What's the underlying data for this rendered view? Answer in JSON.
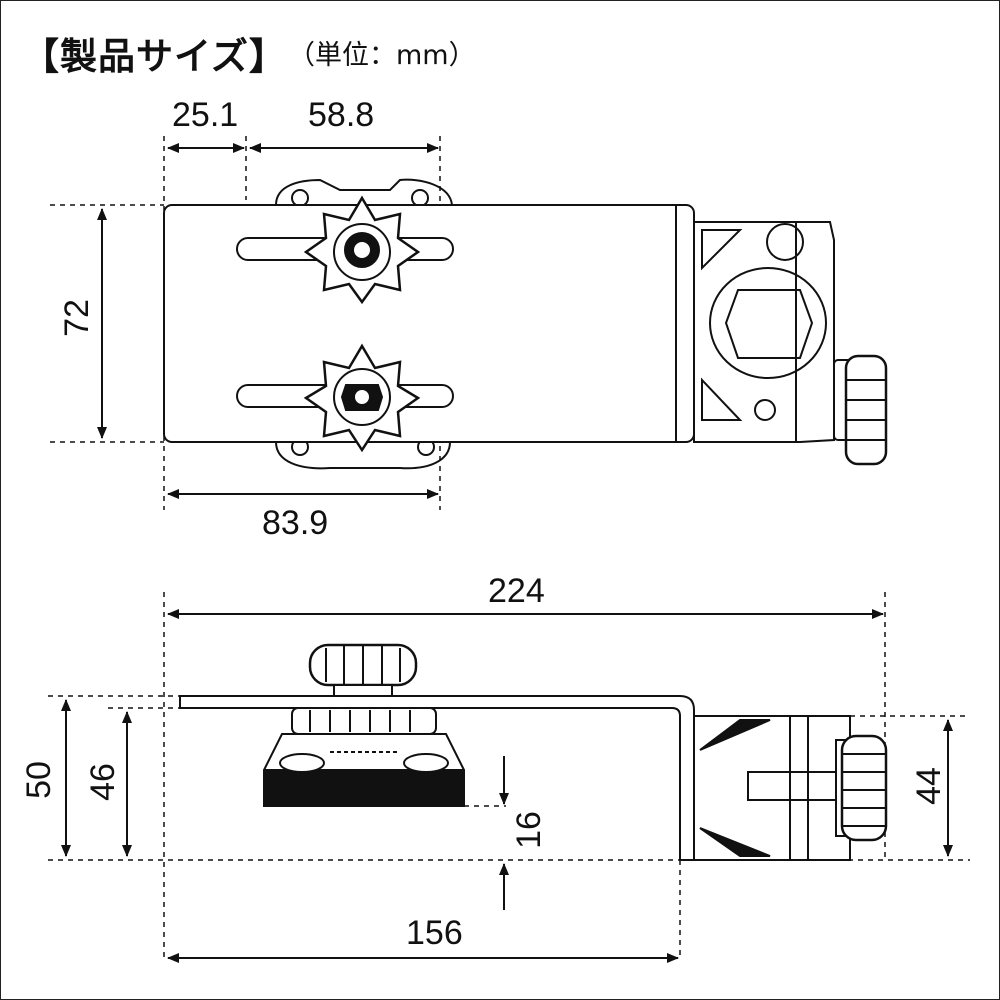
{
  "header": {
    "title": "【製品サイズ】",
    "unit": "（単位：mm）"
  },
  "top_view": {
    "dims": {
      "d1": "25.1",
      "d2": "58.8",
      "d3": "72",
      "d4": "83.9"
    }
  },
  "side_view": {
    "dims": {
      "d1": "224",
      "d2": "50",
      "d3": "46",
      "d4": "16",
      "d5": "44",
      "d6": "156"
    }
  },
  "colors": {
    "line": "#111111",
    "background": "#ffffff"
  }
}
